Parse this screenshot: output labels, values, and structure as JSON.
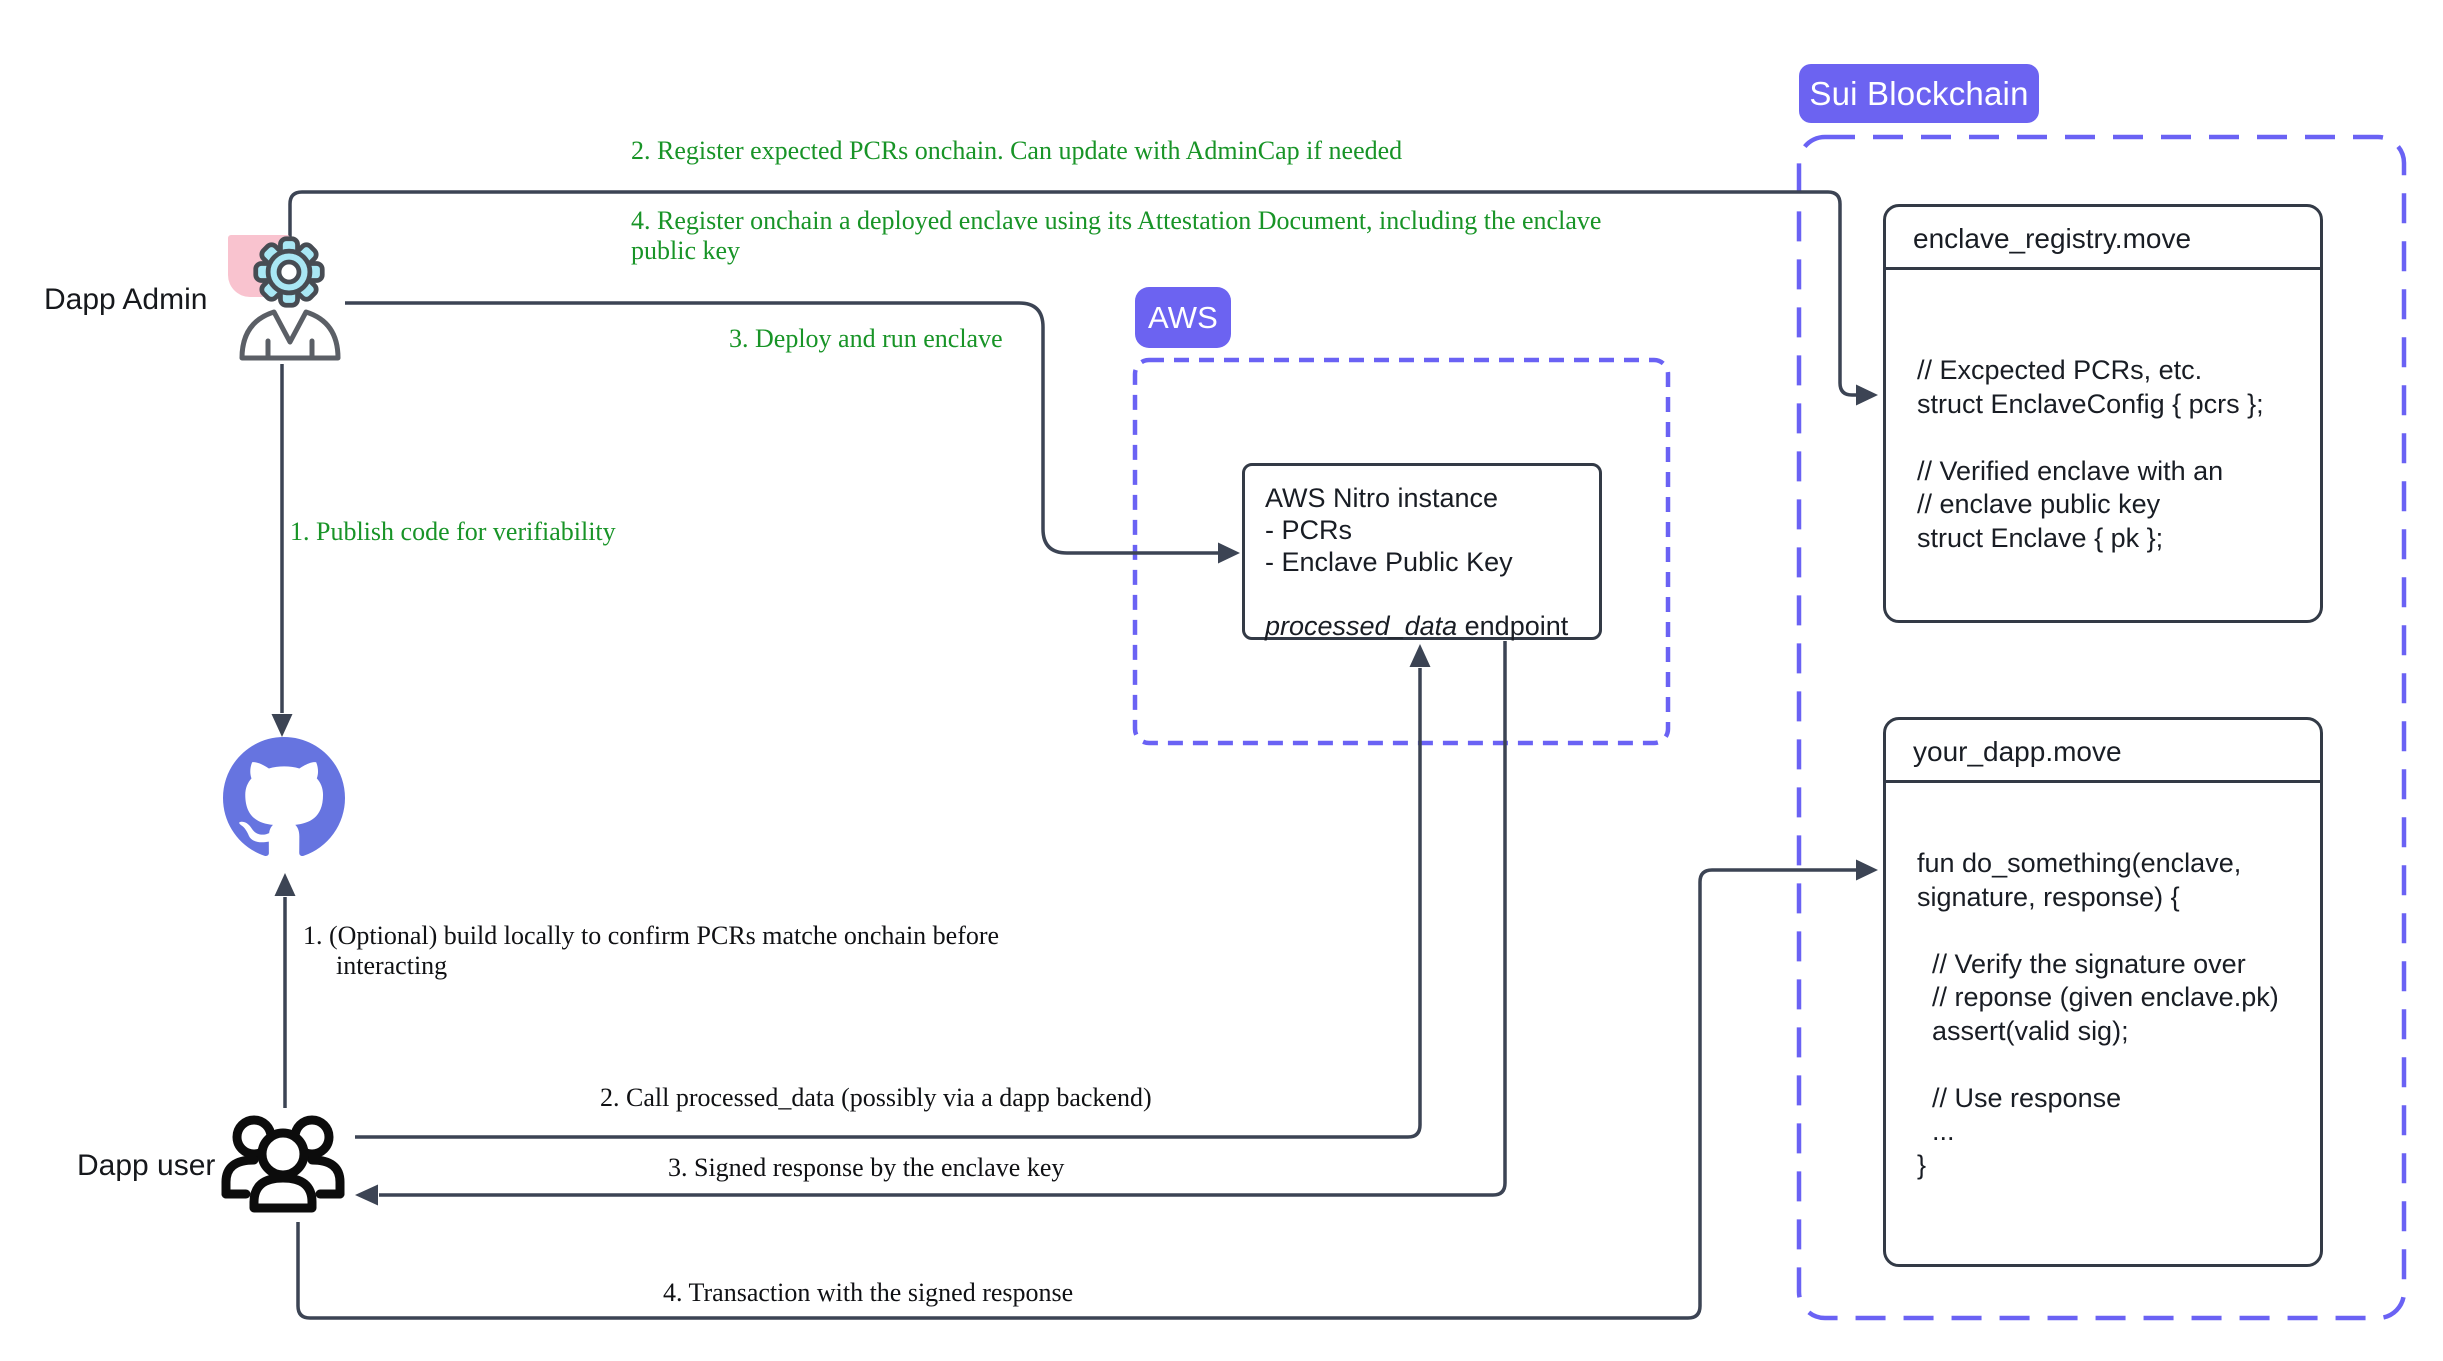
{
  "actors": {
    "admin_label": "Dapp Admin",
    "user_label": "Dapp user"
  },
  "badges": {
    "sui": "Sui Blockchain",
    "aws": "AWS"
  },
  "annotations": {
    "publish": "1. Publish code for verifiability",
    "register_pcrs": "2. Register expected PCRs onchain. Can update with AdminCap if needed",
    "deploy": "3. Deploy and run enclave",
    "register_enclave": "4. Register onchain a deployed enclave using its Attestation Document, including the enclave public key",
    "optional_build": "1. (Optional) build locally to confirm PCRs matche onchain before interacting",
    "call_endpoint": "2. Call processed_data (possibly via a dapp backend)",
    "signed_response": "3. Signed response by the enclave key",
    "transaction": "4. Transaction with the signed response"
  },
  "nitro_box": {
    "title": "AWS Nitro instance",
    "items": [
      "- PCRs",
      "- Enclave Public Key"
    ],
    "endpoint_italic": "processed_data",
    "endpoint_rest": " endpoint"
  },
  "registry_box": {
    "title": "enclave_registry.move",
    "lines": [
      "// Excpected PCRs, etc.",
      "struct EnclaveConfig { pcrs };",
      "",
      "// Verified enclave with an",
      "// enclave public key",
      "struct Enclave { pk };"
    ]
  },
  "dapp_box": {
    "title": "your_dapp.move",
    "lines": [
      "fun do_something(enclave,",
      "signature, response) {",
      "",
      "  // Verify the signature over",
      "  // reponse (given enclave.pk)",
      "  assert(valid sig);",
      "",
      "  // Use response",
      "  ...",
      "}"
    ]
  },
  "icons": {
    "gear": "gear-icon",
    "admin_person": "admin-person-icon",
    "github": "github-icon",
    "users": "users-icon"
  },
  "colors": {
    "line": "#3c4454",
    "box-border": "#333a46",
    "dash": "#6a62f4",
    "badge": "#6c63f1",
    "green": "#189427",
    "ink": "#101114",
    "github": "#6674e0",
    "gear-fill": "#a9e7f4",
    "pink": "#f9c3cf"
  }
}
